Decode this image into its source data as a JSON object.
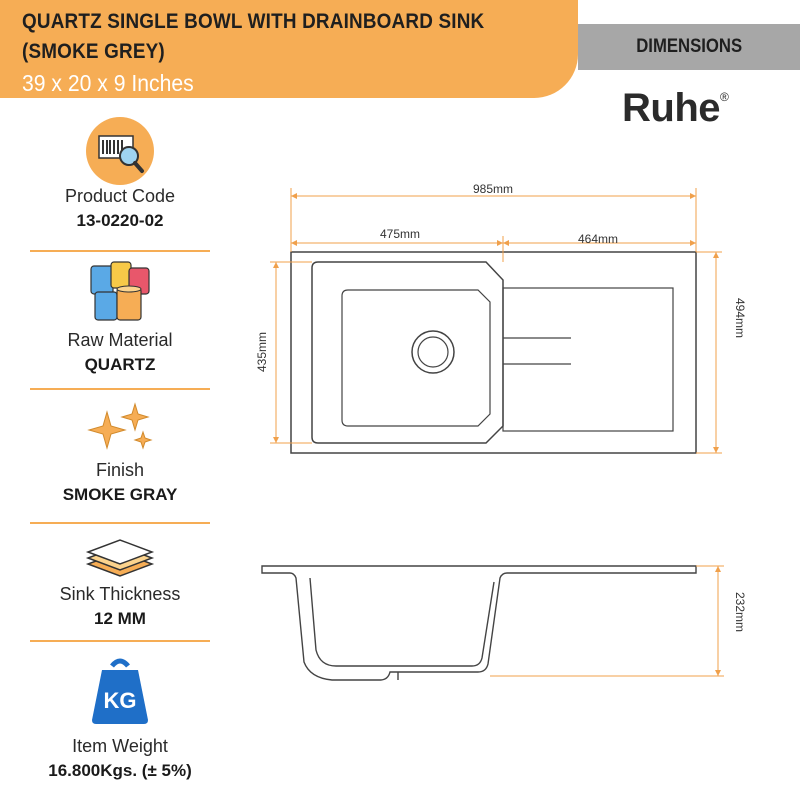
{
  "header": {
    "title_line1": "QUARTZ SINGLE BOWL WITH DRAINBOARD SINK",
    "title_line2": "(SMOKE GREY)",
    "size": "39 x 20 x 9 Inches",
    "tab_label": "DIMENSIONS"
  },
  "brand": {
    "name": "Ruhe",
    "mark": "®"
  },
  "specs": [
    {
      "icon": "barcode-magnifier-icon",
      "label": "Product Code",
      "value": "13-0220-02"
    },
    {
      "icon": "material-drums-icon",
      "label": "Raw Material",
      "value": "QUARTZ"
    },
    {
      "icon": "sparkles-icon",
      "label": "Finish",
      "value": "SMOKE GRAY"
    },
    {
      "icon": "layers-icon",
      "label": "Sink Thickness",
      "value": "12 MM"
    },
    {
      "icon": "kg-weight-icon",
      "label": "Item Weight",
      "value": "16.800Kgs. (± 5%)"
    }
  ],
  "dimensions": {
    "overall_length": "985mm",
    "bowl_width": "475mm",
    "drainboard_width": "464mm",
    "overall_width": "494mm",
    "bowl_length": "435mm",
    "depth": "232mm"
  },
  "colors": {
    "accent": "#f6ad55",
    "tab_grey": "#a7a7a7",
    "dimension_line": "#f0a04b",
    "kg_blue": "#1f6fc8"
  }
}
